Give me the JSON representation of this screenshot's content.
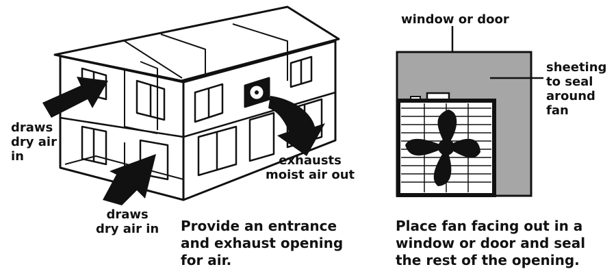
{
  "house_labels": {
    "draws_left": [
      "draws",
      "dry air",
      "in"
    ],
    "draws_bottom": [
      "draws",
      "dry air in"
    ],
    "exhausts": [
      "exhausts",
      "moist air out"
    ]
  },
  "window_labels": {
    "window_or_door": "window or door",
    "sheeting": [
      "sheeting",
      "to seal",
      "around",
      "fan"
    ]
  },
  "captions": {
    "left": [
      "Provide an entrance",
      "and exhaust opening",
      "for air."
    ],
    "right": [
      "Place fan facing out in a",
      "window or door and seal",
      "the rest of the opening."
    ]
  },
  "colors": {
    "sheeting_gray": "#a6a6a6",
    "line": "#111111",
    "fan": "#111111"
  }
}
